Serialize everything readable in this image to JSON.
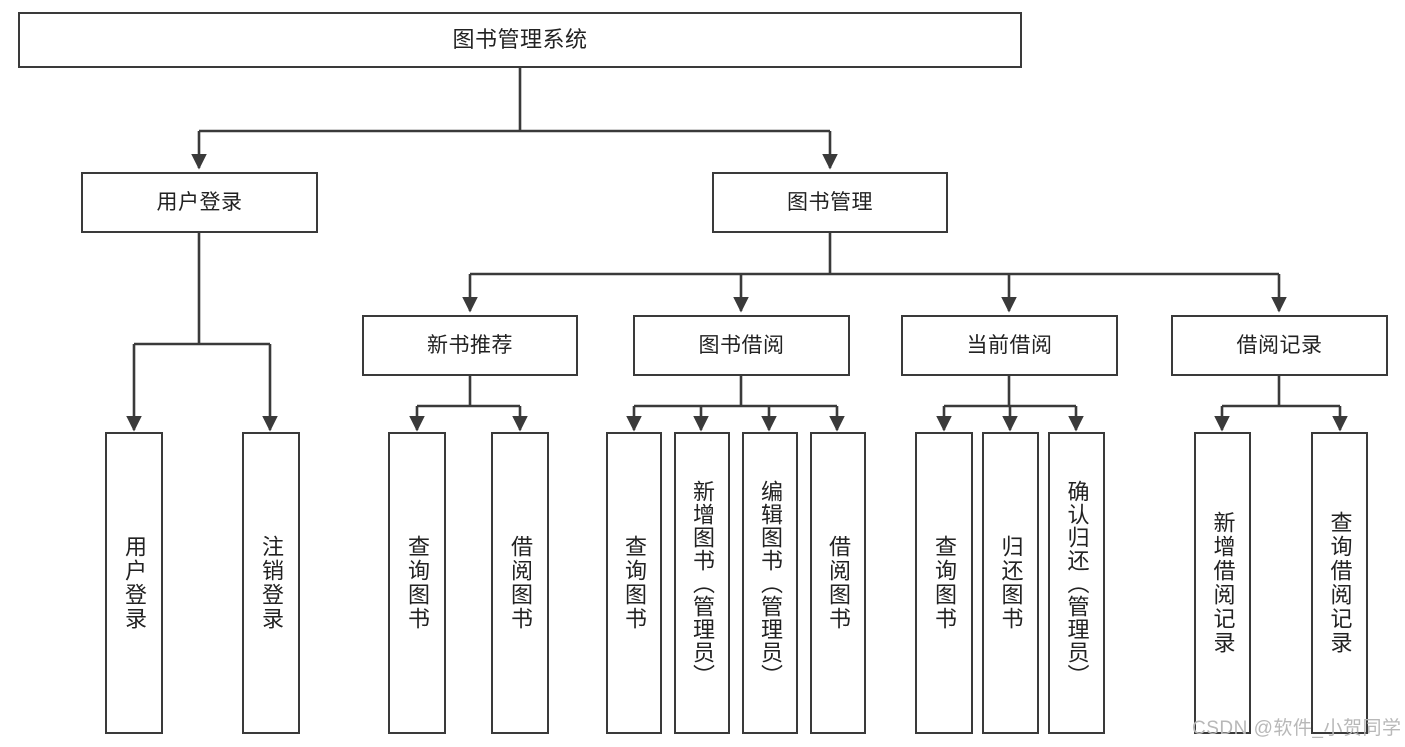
{
  "diagram": {
    "type": "tree-hierarchy",
    "title": "图书管理系统",
    "root": {
      "id": "root",
      "label": "图书管理系统"
    },
    "level2": [
      {
        "id": "user-login",
        "label": "用户登录"
      },
      {
        "id": "book-management",
        "label": "图书管理"
      }
    ],
    "level3": [
      {
        "id": "new-book-recommend",
        "label": "新书推荐",
        "parent": "book-management"
      },
      {
        "id": "book-borrow",
        "label": "图书借阅",
        "parent": "book-management"
      },
      {
        "id": "current-borrow",
        "label": "当前借阅",
        "parent": "book-management"
      },
      {
        "id": "borrow-record",
        "label": "借阅记录",
        "parent": "book-management"
      }
    ],
    "leaves": [
      {
        "id": "leaf-user-login",
        "label": "用户登录",
        "parent": "user-login"
      },
      {
        "id": "leaf-logout",
        "label": "注销登录",
        "parent": "user-login"
      },
      {
        "id": "leaf-query-book-1",
        "label": "查询图书",
        "parent": "new-book-recommend"
      },
      {
        "id": "leaf-borrow-book-1",
        "label": "借阅图书",
        "parent": "new-book-recommend"
      },
      {
        "id": "leaf-query-book-2",
        "label": "查询图书",
        "parent": "book-borrow"
      },
      {
        "id": "leaf-add-book",
        "label": "新增图书（管理员）",
        "parent": "book-borrow"
      },
      {
        "id": "leaf-edit-book",
        "label": "编辑图书（管理员）",
        "parent": "book-borrow"
      },
      {
        "id": "leaf-borrow-book-2",
        "label": "借阅图书",
        "parent": "book-borrow"
      },
      {
        "id": "leaf-query-book-3",
        "label": "查询图书",
        "parent": "current-borrow"
      },
      {
        "id": "leaf-return-book",
        "label": "归还图书",
        "parent": "current-borrow"
      },
      {
        "id": "leaf-confirm-return",
        "label": "确认归还（管理员）",
        "parent": "current-borrow"
      },
      {
        "id": "leaf-add-record",
        "label": "新增借阅记录",
        "parent": "borrow-record"
      },
      {
        "id": "leaf-query-record",
        "label": "查询借阅记录",
        "parent": "borrow-record"
      }
    ],
    "colors": {
      "stroke": "#3a3a3a",
      "fill": "#ffffff",
      "text": "#222222",
      "watermark": "#b8b8b8"
    }
  },
  "watermark": {
    "text": "CSDN @软件_小贺同学"
  }
}
